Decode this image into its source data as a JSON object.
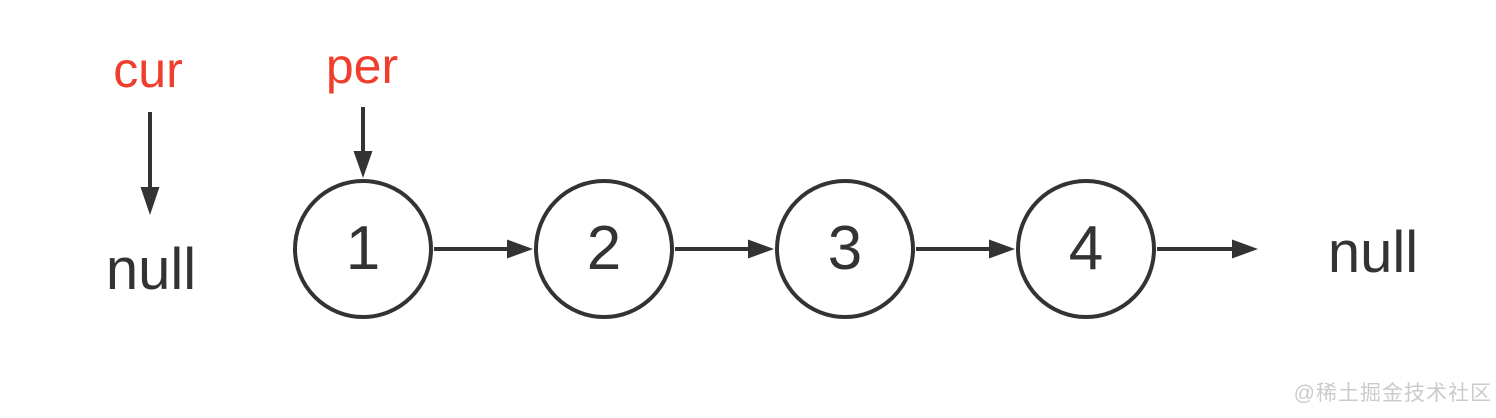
{
  "diagram": {
    "type": "linked-list"
  },
  "pointers": {
    "cur": {
      "label": "cur",
      "points_to": "null"
    },
    "per": {
      "label": "per",
      "points_to": "node-1"
    }
  },
  "list": {
    "nodes": [
      "1",
      "2",
      "3",
      "4"
    ],
    "edges": [
      [
        "1",
        "2"
      ],
      [
        "2",
        "3"
      ],
      [
        "3",
        "4"
      ],
      [
        "4",
        "null"
      ]
    ],
    "tail": "null"
  },
  "watermark": "@稀土掘金技术社区",
  "colors": {
    "accent": "#f03e2d",
    "ink": "#333333",
    "watermark": "#cbcbcb"
  }
}
